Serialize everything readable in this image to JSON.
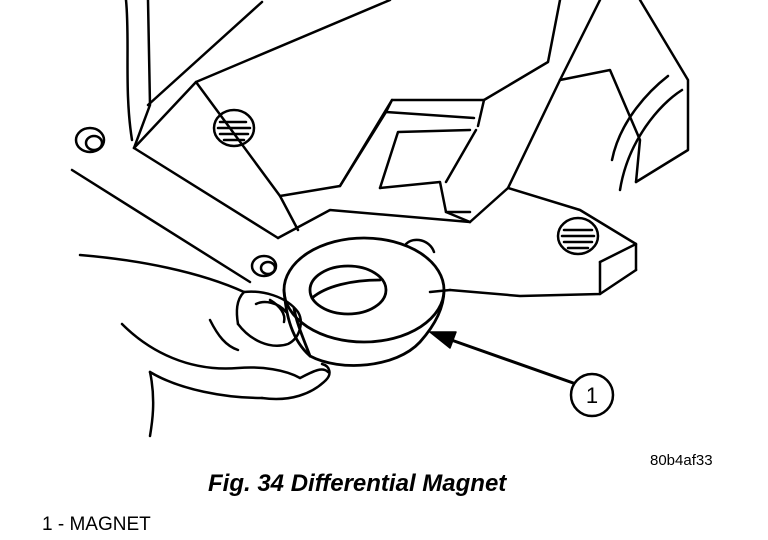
{
  "figure": {
    "callout_number": "1",
    "reference_code": "80b4af33",
    "caption": "Fig. 34 Differential Magnet",
    "legend": [
      {
        "label": "1 - MAGNET"
      }
    ]
  },
  "colors": {
    "ink": "#000000",
    "paper": "#ffffff"
  }
}
